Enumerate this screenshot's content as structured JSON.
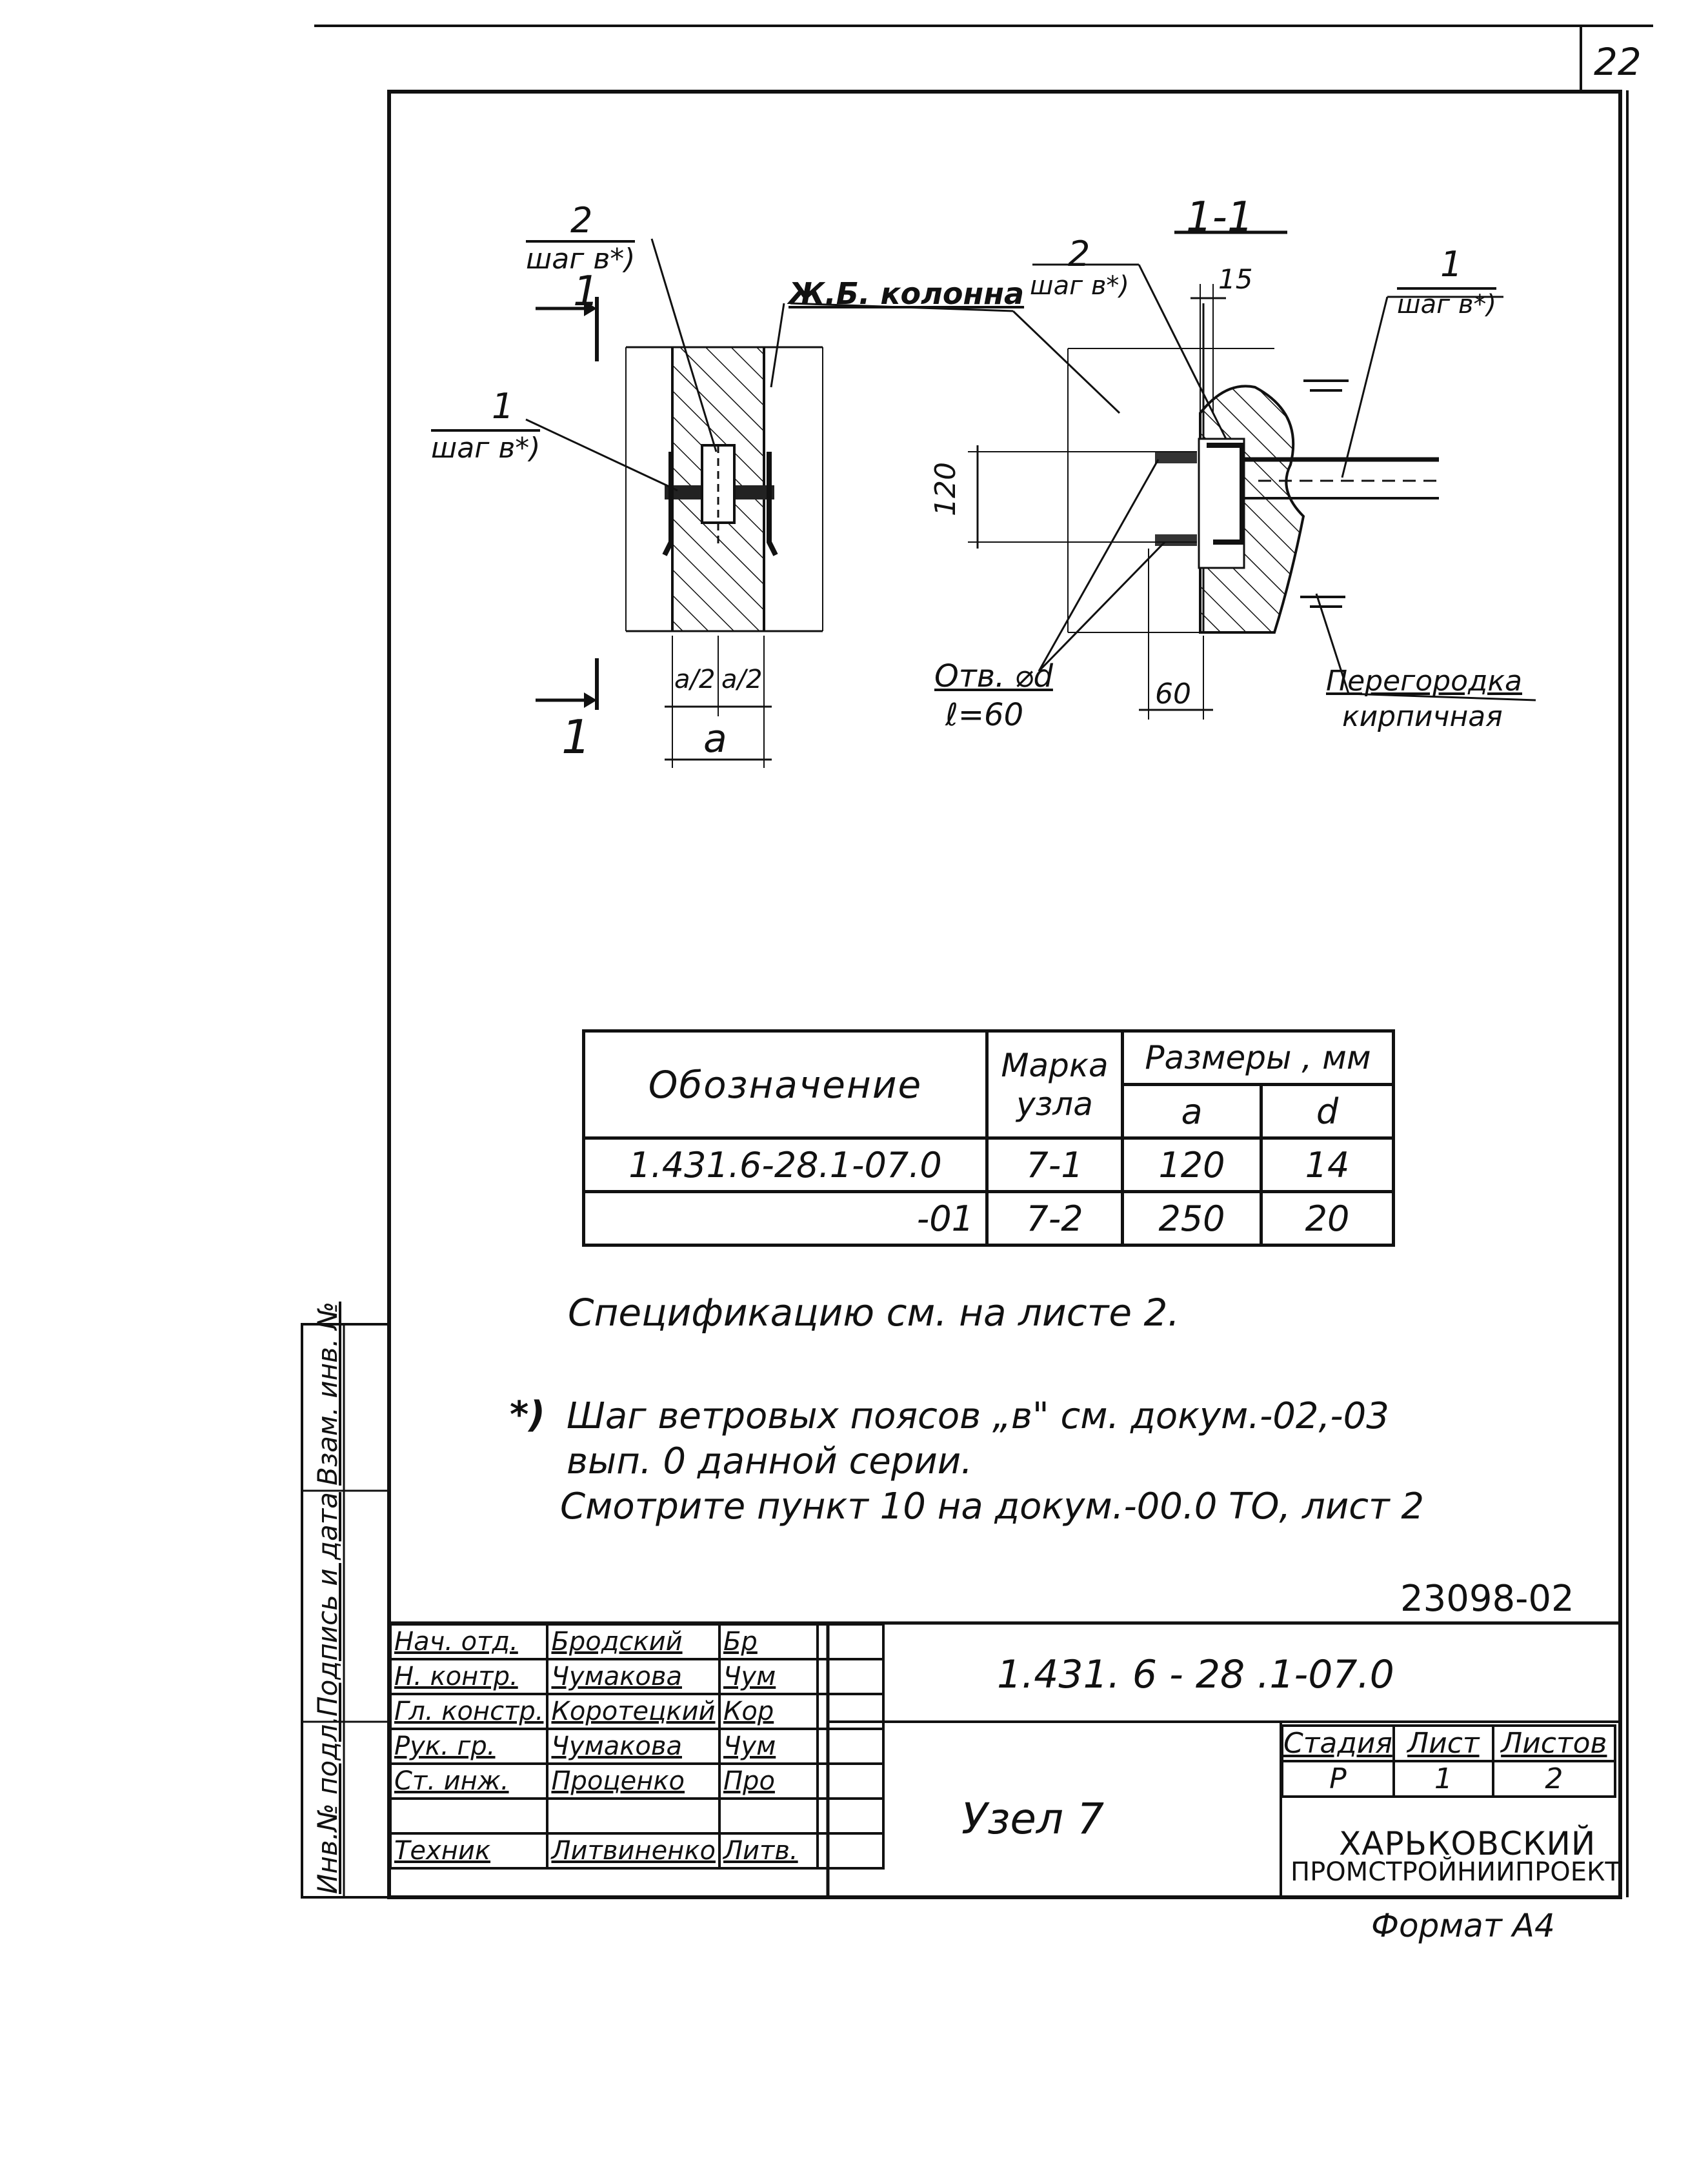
{
  "sheet_number": "22",
  "section_title": "1-1",
  "cut_marker": "1",
  "left_view": {
    "callout_2_num": "2",
    "callout_2_step": "шаг в*)",
    "callout_1_num": "1",
    "callout_1_step": "шаг в*)",
    "column_label": "Ж.Б. колонна",
    "dim_half_a": "a/2",
    "dim_half_a2": "a/2",
    "dim_a": "a"
  },
  "right_view": {
    "callout_2_num": "2",
    "callout_2_step": "шаг в*)",
    "callout_1_num": "1",
    "callout_1_step": "шаг в*)",
    "dim_15": "15",
    "dim_120": "120",
    "dim_60": "60",
    "hole_label": "Отв. ⌀d",
    "hole_length": "ℓ=60",
    "partition_line1": "Перегородка",
    "partition_line2": "кирпичная"
  },
  "spec_table": {
    "col_designation": "Обозначение",
    "col_mark_line1": "Марка",
    "col_mark_line2": "узла",
    "col_sizes": "Размеры , мм",
    "col_a": "a",
    "col_d": "d",
    "rows": [
      {
        "designation": "1.431.6-28.1-07.0",
        "mark": "7-1",
        "a": "120",
        "d": "14"
      },
      {
        "designation": "-01",
        "mark": "7-2",
        "a": "250",
        "d": "20"
      }
    ]
  },
  "notes": {
    "spec_ref": "Спецификацию см. на листе 2.",
    "footnote_mark": "*)",
    "footnote_line1": "Шаг ветровых поясов „в\" см. докум.-02,-03",
    "footnote_line2": "вып. 0 данной серии.",
    "footnote_line3": "Смотрите пункт 10 на докум.-00.0 ТО, лист 2"
  },
  "archive_number": "23098-02",
  "title_block": {
    "designation": "1.431. 6 - 28 .1-07.0",
    "title": "Узел 7",
    "stage_label": "Стадия",
    "sheet_label": "Лист",
    "sheets_label": "Листов",
    "stage_value": "Р",
    "sheet_value": "1",
    "sheets_value": "2",
    "organization_line1": "Харьковский",
    "organization_line2": "Промстройниипроект",
    "signatures": [
      {
        "role": "Нач. отд.",
        "name": "Бродский",
        "sign": "Бр"
      },
      {
        "role": "Н. контр.",
        "name": "Чумакова",
        "sign": "Чум"
      },
      {
        "role": "Гл. констр.",
        "name": "Коротецкий",
        "sign": "Кор"
      },
      {
        "role": "Рук. гр.",
        "name": "Чумакова",
        "sign": "Чум"
      },
      {
        "role": "Ст. инж.",
        "name": "Проценко",
        "sign": "Про"
      },
      {
        "role": "",
        "name": "",
        "sign": ""
      },
      {
        "role": "Техник",
        "name": "Литвиненко",
        "sign": "Литв."
      }
    ]
  },
  "side_labels": {
    "replace_inv": "Взам. инв. №",
    "sign_date": "Подпись и дата",
    "inv_orig": "Инв.№ подл."
  },
  "format_label": "Формат А4"
}
